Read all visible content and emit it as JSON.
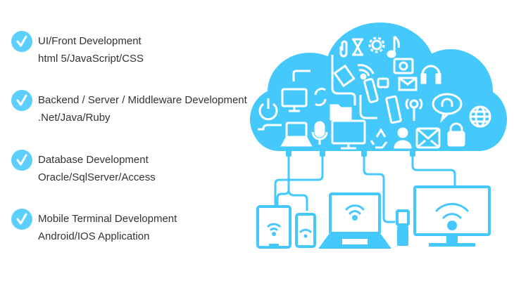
{
  "features": [
    {
      "title": "UI/Front Development",
      "subtitle": "html 5/JavaScript/CSS"
    },
    {
      "title": "Backend / Server / Middleware Development",
      "subtitle": ".Net/Java/Ruby"
    },
    {
      "title": "Database Development",
      "subtitle": "Oracle/SqlServer/Access"
    },
    {
      "title": "Mobile Terminal Development",
      "subtitle": "Android/IOS Application"
    }
  ],
  "icons": {
    "check": "check-icon",
    "cloud": "cloud-icon"
  },
  "colors": {
    "accent": "#45c8fb",
    "check_bg": "#5ccfff",
    "text": "#333333",
    "icon_fill": "#ffffff"
  }
}
